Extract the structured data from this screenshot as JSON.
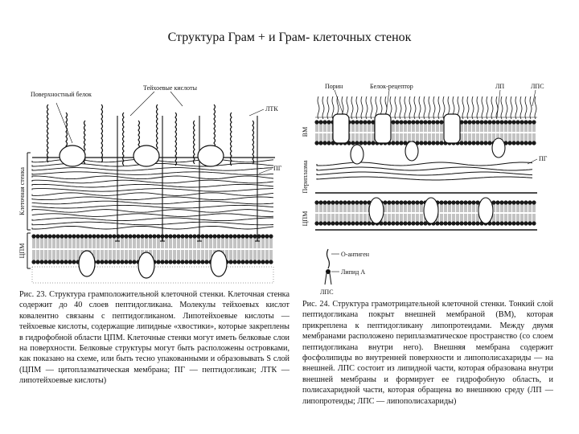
{
  "slide": {
    "title": "Структура Грам + и Грам- клеточных стенок"
  },
  "left_figure": {
    "labels": {
      "surface_protein": "Поверхностный\nбелок",
      "teichoic": "Тейхоевые кислоты",
      "ltk": "ЛТК",
      "pg": "ПГ",
      "cell_wall": "Клеточная стенка",
      "cpm": "ЦПМ"
    },
    "caption_prefix": "Рис. 23.",
    "caption": "Структура грамположительной клеточной стенки. Клеточная стенка содержит до 40 слоев пептидогликана. Молекулы тейхоевых кислот ковалентно связаны с пептидогликаном. Липотейхоевые кислоты — тейхоевые кислоты, содержащие липидные «хвостики», которые закреплены в гидрофобной области ЦПМ. Клеточные стенки могут иметь белковые слои на поверхности. Белковые структуры могут быть расположены островками, как показано на схеме, или быть тесно упакованными и образовывать S слой (ЦПМ — цитоплазматическая мембрана; ПГ — пептидогликан; ЛТК — липотейхоевые кислоты)"
  },
  "right_figure": {
    "labels": {
      "porin": "Порин",
      "protein_receptor": "Белок-рецептор",
      "lp": "ЛП",
      "lps": "ЛПС",
      "vm": "ВМ",
      "pg": "ПГ",
      "periplasm": "Периплазма",
      "cpm": "ЦПМ",
      "o_antigen": "О-антиген",
      "lipid_a": "Липид А",
      "lps_bottom": "ЛПС"
    },
    "caption_prefix": "Рис. 24.",
    "caption": "Структура грамотрицательной клеточной стенки. Тонкий слой пептидогликана покрыт внешней мембраной (ВМ), которая прикреплена к пептидогликану липопротеидами. Между двумя мембранами расположено периплазматическое пространство (со слоем пептидогликана внутри него). Внешняя мембрана содержит фосфолипиды во внутренней поверхности и липополисахариды — на внешней. ЛПС состоит из липидной части, которая образована внутри внешней мембраны и формирует ее гидрофобную область, и полисахаридной части, которая обращена во внешнюю среду (ЛП — липопротеиды; ЛПС — липополисахариды)"
  },
  "colors": {
    "ink": "#111111",
    "paper": "#ffffff",
    "membrane_head": "#1a1a1a"
  }
}
